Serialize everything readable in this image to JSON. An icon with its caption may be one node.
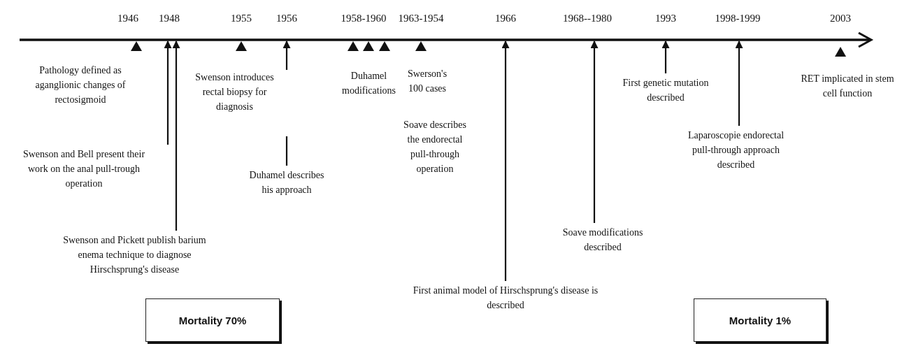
{
  "diagram": {
    "nodes": [
      {
        "text": [
          "Pathology defined as aganglionic changes of rectosigmoid"
        ]
      },
      {
        "text": [
          "Swenson and Bell present their work on the anal pull-trough operation"
        ]
      },
      {
        "text": [
          "Swenson and Pickett publish barium enema technique to diagnose Hirschsprung's disease"
        ]
      },
      {
        "text": [
          "Swenson introduces rectal biopsy for diagnosis"
        ]
      },
      {
        "text": [
          "Duhamel describes his approach"
        ]
      },
      {
        "text": [
          "Duhamel modifications"
        ]
      },
      {
        "text": [
          "Swerson's 100 cases"
        ]
      },
      {
        "text": [
          "Soave describes the endorectal pull-through operation"
        ]
      },
      {
        "text": [
          "First animal model of Hirschsprung's disease is described"
        ]
      },
      {
        "text": [
          "Soave modifications described"
        ]
      },
      {
        "text": [
          "First genetic mutation described"
        ]
      },
      {
        "text": [
          "Laparoscopie endorectal pull-through approach described"
        ]
      },
      {
        "text": [
          "RET implicated in stem cell function"
        ]
      },
      {
        "text": [
          "Mortality 70%"
        ]
      },
      {
        "text": [
          "Mortality 1%"
        ]
      }
    ],
    "edges": [
      {
        "from": 1,
        "to": null,
        "arrow": "to"
      },
      {
        "from": 2,
        "to": null,
        "arrow": "to"
      },
      {
        "from": 4,
        "to": null,
        "arrow": "to"
      },
      {
        "from": 8,
        "to": null,
        "arrow": "to"
      },
      {
        "from": 9,
        "to": null,
        "arrow": "to"
      },
      {
        "from": 10,
        "to": null,
        "arrow": "to"
      },
      {
        "from": 11,
        "to": null,
        "arrow": "to"
      }
    ],
    "labels": [
      "1946",
      "1948",
      "1955",
      "1956",
      "1958-1960",
      "1963-1954",
      "1966",
      "1968--1980",
      "1993",
      "1998-1999",
      "2003"
    ]
  }
}
